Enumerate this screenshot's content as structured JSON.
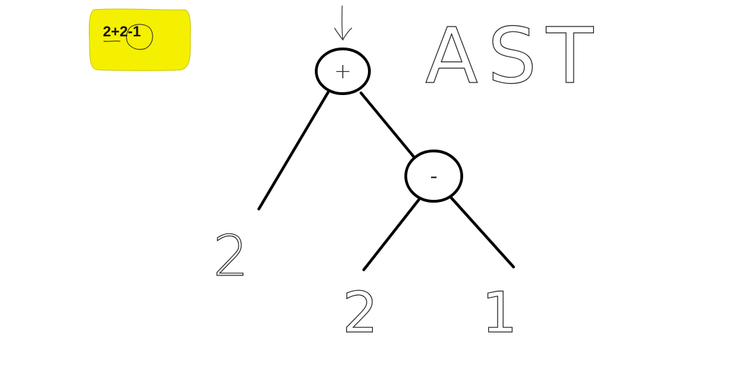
{
  "expression": {
    "text": "2+2-1",
    "highlight_color": "#f5f000"
  },
  "tree": {
    "root": {
      "operator": "+"
    },
    "left_leaf": {
      "value": "2"
    },
    "right_node": {
      "operator": "-"
    },
    "right_left_leaf": {
      "value": "2"
    },
    "right_right_leaf": {
      "value": "1"
    }
  },
  "title": "AST",
  "colors": {
    "ink": "#000000",
    "sketch": "#222222"
  },
  "icons": {
    "entry_arrow": "down-arrow-icon"
  }
}
